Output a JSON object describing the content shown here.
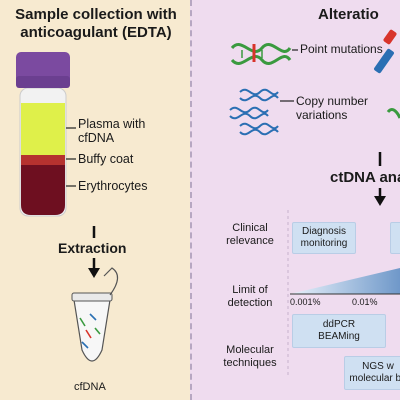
{
  "left": {
    "title_line1": "Sample collection with",
    "title_line2": "anticoagulant (EDTA)",
    "tube_labels": [
      "Plasma with\ncfDNA",
      "Buffy coat",
      "Erythrocytes"
    ],
    "extraction": "Extraction",
    "cfdna": "cfDNA"
  },
  "right": {
    "title": "Alteratio",
    "alterations": [
      "Point mutations",
      "Copy number\nvariations"
    ],
    "analysis_title": "ctDNA ana",
    "rows": {
      "clinical_relevance": "Clinical\nrelevance",
      "limit_of_detection": "Limit of\ndetection",
      "molecular_techniques": "Molecular\ntechniques"
    },
    "boxes": {
      "diagnosis": "Diagnosis\nmonitoring",
      "ddpcr": "ddPCR\nBEAMing",
      "ngs": "NGS w\nmolecular ba"
    },
    "ticks": [
      "0.001%",
      "0.01%"
    ]
  },
  "colors": {
    "left_bg": "#f7ead0",
    "right_bg": "#efdcef",
    "cap": "#7b4aa0",
    "plasma": "#dff04a",
    "buffy": "#b5322f",
    "erythrocytes": "#6e0f20",
    "box": "#cfe0f2",
    "dna_green": "#3a9a3f",
    "dna_blue": "#2a6fb3",
    "dna_red": "#d8342b"
  }
}
